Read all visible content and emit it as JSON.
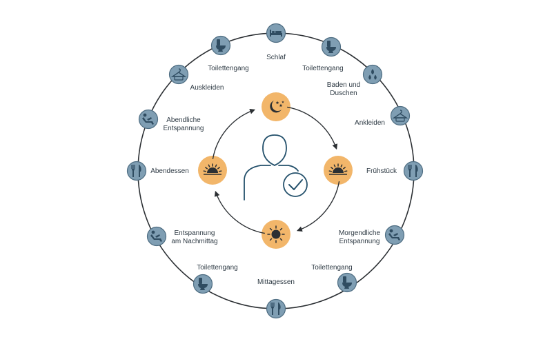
{
  "colors": {
    "ring": "#2b2f33",
    "icon_fill": "#7f9eb3",
    "icon_stroke": "#4e6d82",
    "icon_glyph": "#2f4c61",
    "sun_fill": "#f2b66a",
    "arrow": "#2b2f33",
    "person": "#23506b"
  },
  "center": {
    "person_icon": "person-check-icon"
  },
  "cycle": [
    {
      "id": "night",
      "icon": "moon-stars-icon"
    },
    {
      "id": "morning",
      "icon": "sunrise-icon"
    },
    {
      "id": "noon",
      "icon": "sun-icon"
    },
    {
      "id": "evening",
      "icon": "sunset-icon"
    }
  ],
  "activities": [
    {
      "id": "sleep",
      "icon": "bed-icon",
      "label": [
        "Schlaf"
      ]
    },
    {
      "id": "toilet-1",
      "icon": "toilet-icon",
      "label": [
        "Toilettengang"
      ]
    },
    {
      "id": "bathing",
      "icon": "water-drops-icon",
      "label": [
        "Baden und",
        "Duschen"
      ]
    },
    {
      "id": "dressing",
      "icon": "clothes-hanger-icon",
      "label": [
        "Ankleiden"
      ]
    },
    {
      "id": "breakfast",
      "icon": "fork-knife-icon",
      "label": [
        "Frühstück"
      ]
    },
    {
      "id": "morning-relax",
      "icon": "reclining-chair-icon",
      "label": [
        "Morgendliche",
        "Entspannung"
      ]
    },
    {
      "id": "toilet-2",
      "icon": "toilet-icon",
      "label": [
        "Toilettengang"
      ]
    },
    {
      "id": "lunch",
      "icon": "fork-knife-icon",
      "label": [
        "Mittagessen"
      ]
    },
    {
      "id": "toilet-3",
      "icon": "toilet-icon",
      "label": [
        "Toilettengang"
      ]
    },
    {
      "id": "afternoon-relax",
      "icon": "reclining-chair-icon",
      "label": [
        "Entspannung",
        "am Nachmittag"
      ]
    },
    {
      "id": "dinner",
      "icon": "fork-knife-icon",
      "label": [
        "Abendessen"
      ]
    },
    {
      "id": "evening-relax",
      "icon": "reclining-chair-icon",
      "label": [
        "Abendliche",
        "Entspannung"
      ]
    },
    {
      "id": "undressing",
      "icon": "clothes-hanger-icon",
      "label": [
        "Auskleiden"
      ]
    },
    {
      "id": "toilet-4",
      "icon": "toilet-icon",
      "label": [
        "Toilettengang"
      ]
    }
  ]
}
